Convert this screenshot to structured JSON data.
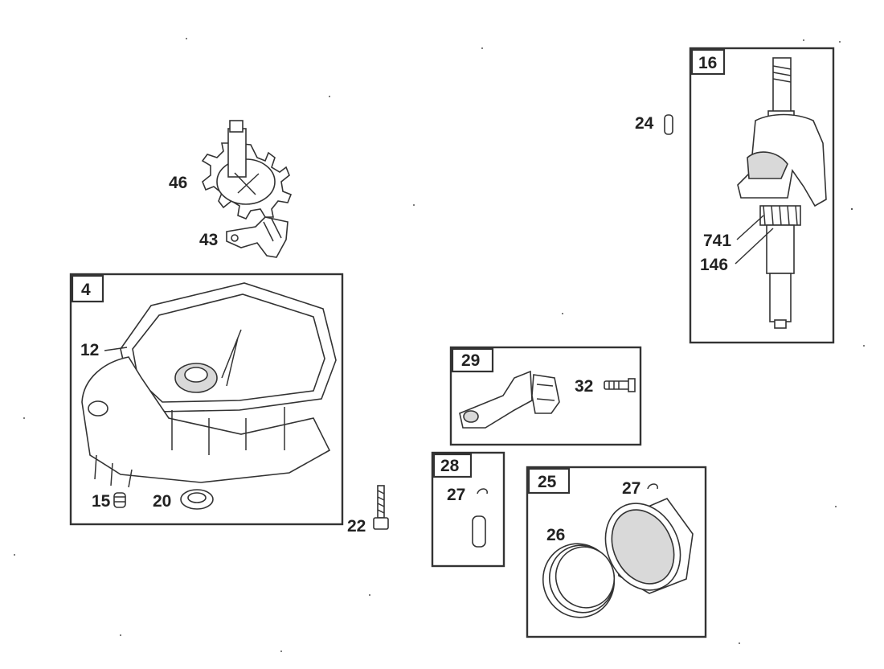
{
  "diagram": {
    "parts": {
      "p46": "46",
      "p43": "43",
      "p4": "4",
      "p12": "12",
      "p15": "15",
      "p20": "20",
      "p22": "22",
      "p16": "16",
      "p24": "24",
      "p741": "741",
      "p146": "146",
      "p29": "29",
      "p32": "32",
      "p28": "28",
      "p27a": "27",
      "p25": "25",
      "p27b": "27",
      "p26": "26"
    }
  }
}
